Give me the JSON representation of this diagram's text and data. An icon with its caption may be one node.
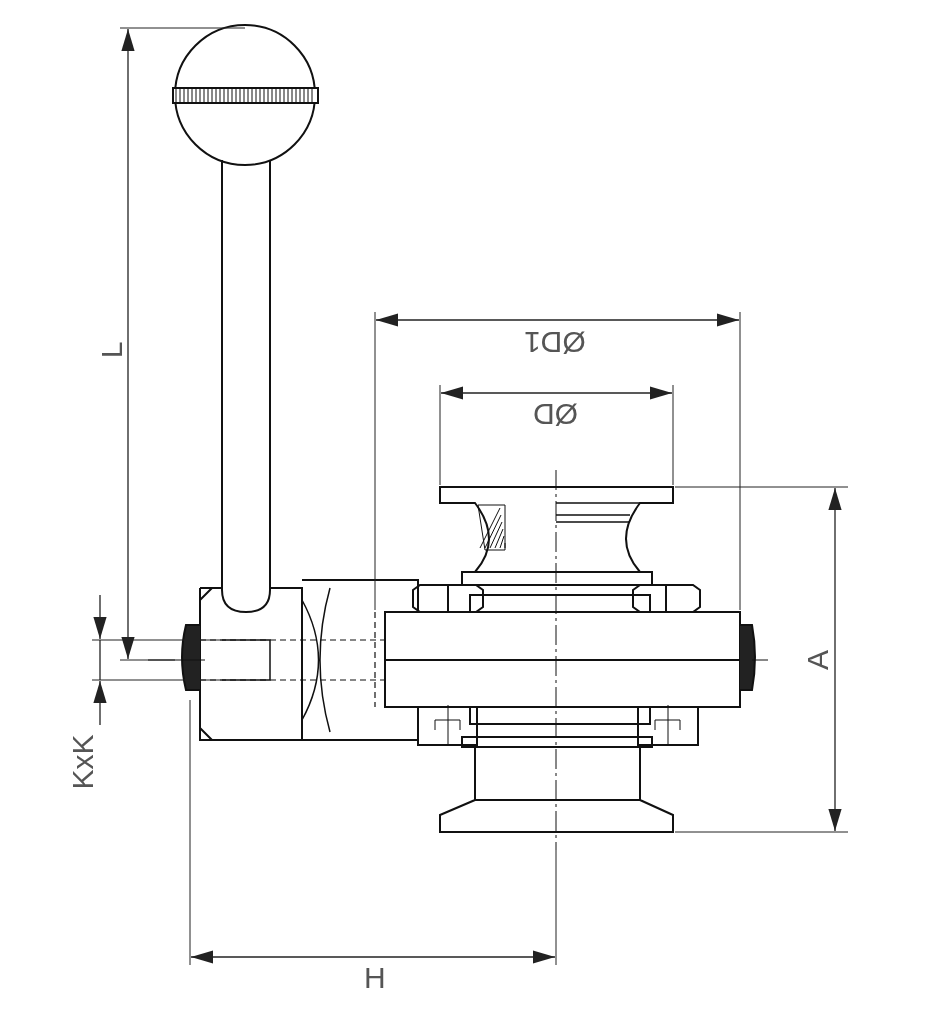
{
  "diagram": {
    "labels": [
      "L",
      "ØD1",
      "ØD",
      "A",
      "KxK",
      "H"
    ]
  }
}
